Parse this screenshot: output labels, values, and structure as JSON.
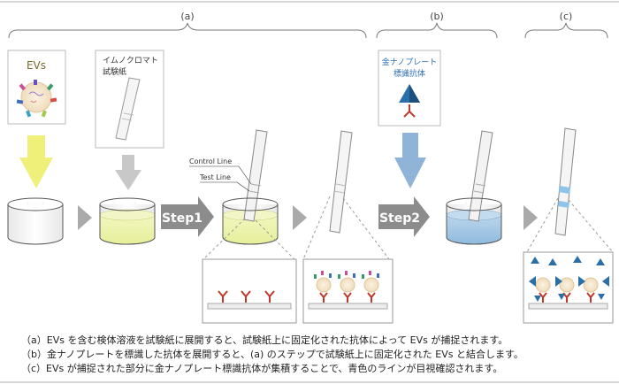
{
  "section_labels": {
    "a": "(a)",
    "b": "(b)",
    "c": "(c)"
  },
  "boxes": {
    "evs": "EVs",
    "strip_line1": "イムノクロマト",
    "strip_line2": "試験紙",
    "gold_line1": "金ナノプレート",
    "gold_line2": "標識抗体"
  },
  "steps": {
    "step1": "Step1",
    "step2": "Step2"
  },
  "strip_labels": {
    "control": "Control Line",
    "test": "Test Line"
  },
  "captions": [
    "（a）EVs を含む検体溶液を試験紙に展開すると、試験紙上に固定化された抗体によって EVs が捕捉されます。",
    "（b）金ナノプレートを標識した抗体を展開すると、(a) のステップで試験紙上に固定化された EVs と結合します。",
    "（c）EVs が捕捉された部分に金ナノプレート標識抗体が集積することで、青色のラインが目視確認されます。"
  ],
  "colors": {
    "yellow_arrow": "#eef07a",
    "gray_arrow": "#c8c8c8",
    "blue_arrow": "#8fb4d8",
    "yellow_liquid": "#eef5b8",
    "blue_liquid": "#a9cbe6",
    "evs_text": "#7a6a2a",
    "gold_text": "#2f6fb5",
    "antibody_red": "#c0392b",
    "triangle_blue": "#2a6fa8",
    "test_line_blue": "#8ec3ea"
  }
}
